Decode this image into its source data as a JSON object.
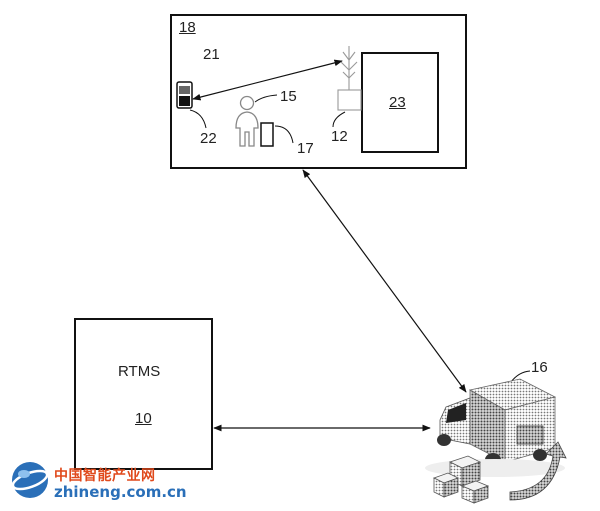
{
  "diagram": {
    "site_label": "18",
    "handheld_label": "21",
    "handheld_callout": "22",
    "person_label": "15",
    "device_label": "17",
    "reader_label": "12",
    "server_label": "23",
    "rtms_title": "RTMS",
    "rtms_label": "10",
    "truck_label": "16"
  },
  "watermark": {
    "cn": "中国智能产业网",
    "en": "zhineng.com.cn"
  },
  "colors": {
    "line": "#111111",
    "watermark_red": "#e04a1c",
    "watermark_blue": "#2a6fb8"
  }
}
